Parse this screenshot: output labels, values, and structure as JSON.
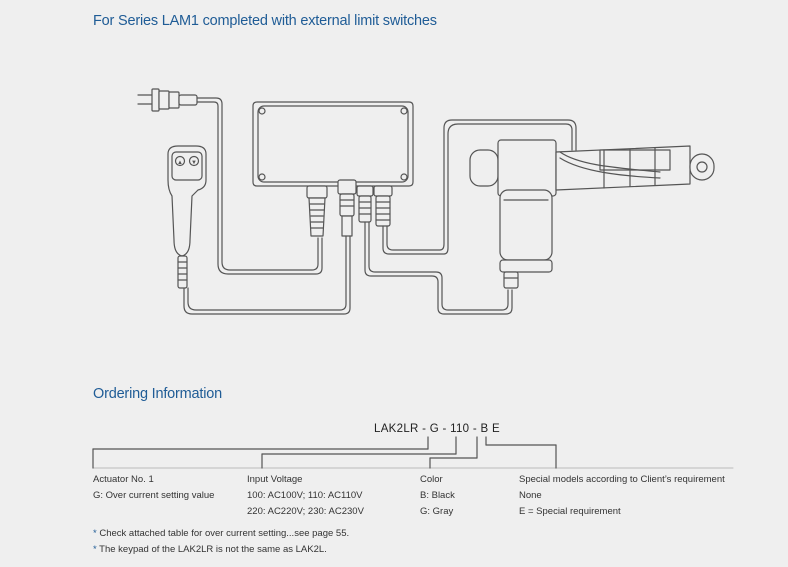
{
  "titles": {
    "diagram": "For Series LAM1 completed with external limit switches",
    "ordering": "Ordering Information"
  },
  "order_code": {
    "base": "LAK2LR",
    "parts": [
      "G",
      "110",
      "B",
      "E"
    ],
    "separator": " - "
  },
  "columns": [
    {
      "heading": "Actuator No. 1",
      "lines": [
        "G: Over current setting value"
      ]
    },
    {
      "heading": "Input Voltage",
      "lines": [
        "100: AC100V; 110: AC110V",
        "220: AC220V; 230: AC230V"
      ]
    },
    {
      "heading": "Color",
      "lines": [
        "B: Black",
        "G: Gray"
      ]
    },
    {
      "heading": "Special models according to Client’s requirement",
      "lines": [
        "None",
        "E = Special requirement"
      ]
    }
  ],
  "notes": [
    {
      "mark": "*",
      "text": " Check attached table for over current setting...see page 55."
    },
    {
      "mark": "*",
      "text": " The keypad of the LAK2LR is not the same as LAK2L."
    }
  ],
  "colors": {
    "title": "#1f5c96",
    "background": "#efefef",
    "line": "#555555"
  }
}
